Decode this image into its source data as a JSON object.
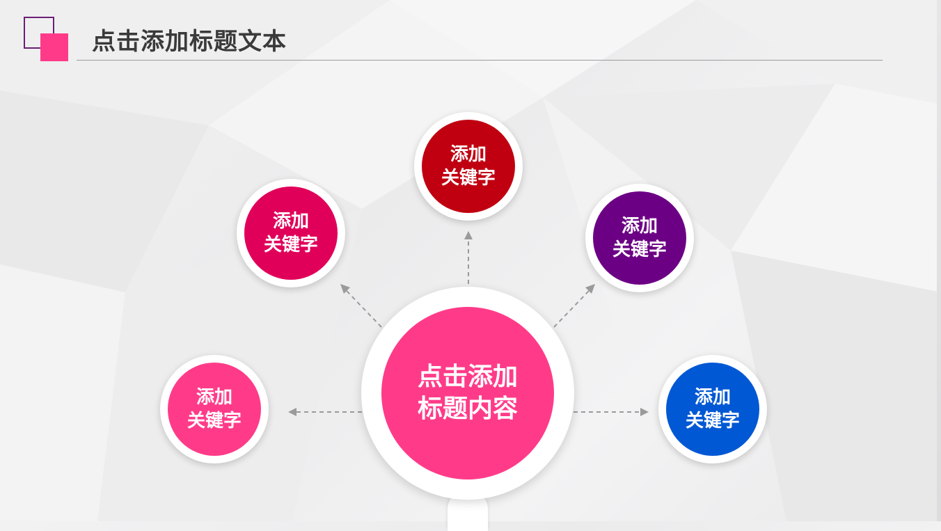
{
  "header": {
    "title": "点击添加标题文本"
  },
  "colors": {
    "accent_pink": "#ff3b89",
    "logo_purple": "#6b1f74",
    "node_top_left": "#e0005a",
    "node_top": "#c00010",
    "node_top_right": "#6c0085",
    "node_left": "#ff3b89",
    "node_right": "#0058d4",
    "center": "#ff3b89",
    "connector": "#9a9a9a"
  },
  "diagram": {
    "center": {
      "line1": "点击添加",
      "line2": "标题内容"
    },
    "nodes": {
      "top": {
        "line1": "添加",
        "line2": "关键字"
      },
      "top_left": {
        "line1": "添加",
        "line2": "关键字"
      },
      "top_right": {
        "line1": "添加",
        "line2": "关键字"
      },
      "left": {
        "line1": "添加",
        "line2": "关键字"
      },
      "right": {
        "line1": "添加",
        "line2": "关键字"
      }
    }
  }
}
